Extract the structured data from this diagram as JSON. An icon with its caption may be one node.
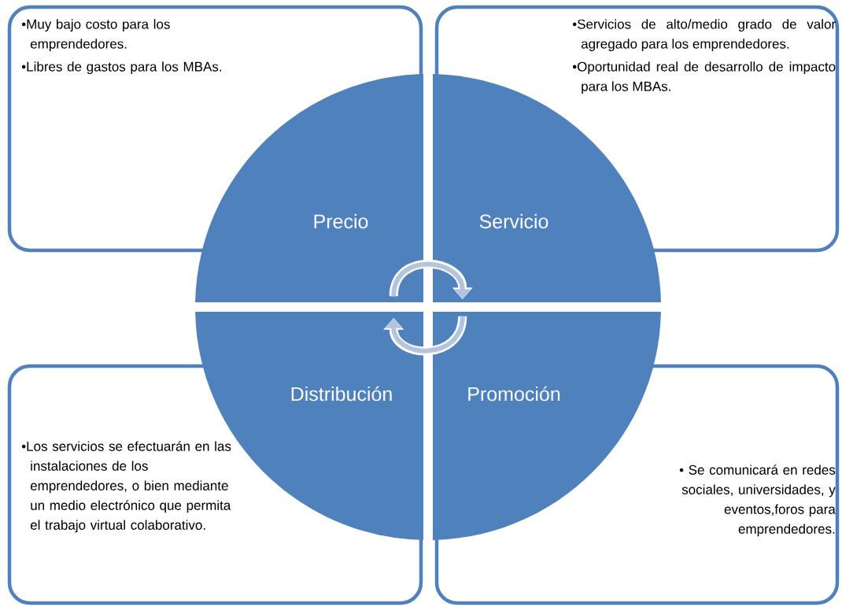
{
  "diagram": {
    "nodes": [
      {
        "text": [
          "•Muy bajo costo para los emprendedores.",
          "•Libres de gastos para los MBAs."
        ]
      },
      {
        "text": [
          "•Servicios de alto/medio grado de valor agregado para los emprendedores.",
          "•Oportunidad real de desarrollo de impacto para los MBAs."
        ]
      },
      {
        "text": [
          "Precio"
        ]
      },
      {
        "text": [
          "Servicio"
        ]
      },
      {
        "text": [
          "Distribución"
        ]
      },
      {
        "text": [
          "Promoción"
        ]
      },
      {
        "text": [
          "•Los servicios se efectuarán en las instalaciones de los emprendedores, o bien mediante un medio electrónico que permita el trabajo virtual colaborativo."
        ]
      },
      {
        "text": [
          "• Se comunicará en redes sociales, universidades, y eventos,foros para emprendedores."
        ]
      }
    ],
    "edges": [
      {
        "from": 2,
        "to": 3,
        "arrow": "to"
      },
      {
        "from": 5,
        "to": 4,
        "arrow": "to"
      }
    ]
  }
}
